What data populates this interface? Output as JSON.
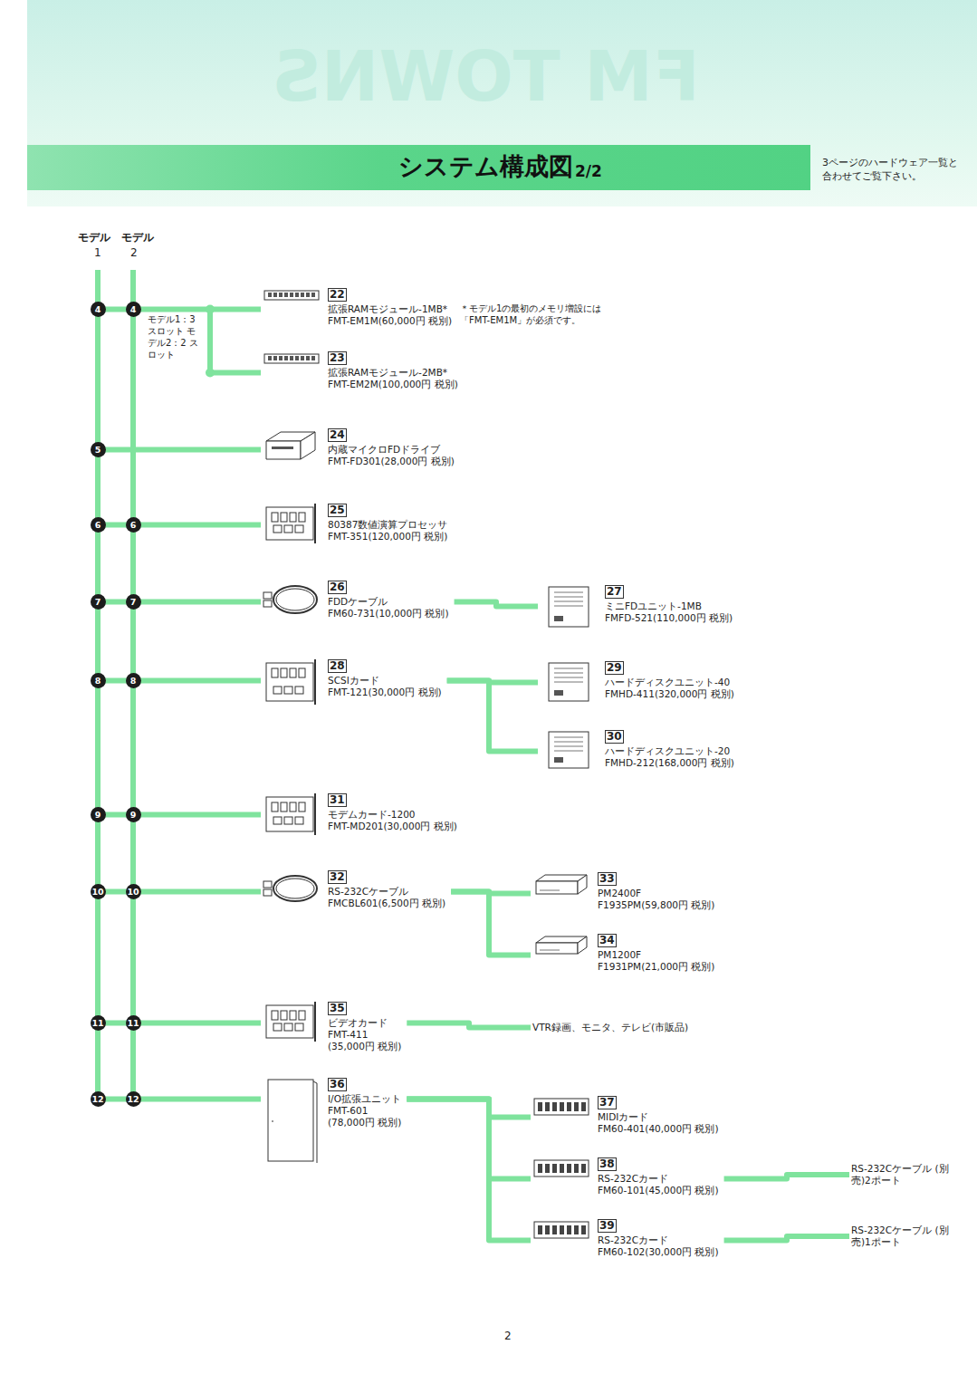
{
  "diagram": {
    "title": "システム構成図",
    "nodes": [
      {
        "text": [
          "22",
          "拡張RAMモジュール-1MB*",
          "FMT-EM1M(60,000円 税別)"
        ]
      },
      {
        "text": [
          "23",
          "拡張RAMモジュール-2MB*",
          "FMT-EM2M(100,000円 税別)"
        ]
      },
      {
        "text": [
          "24",
          "内蔵マイクロFDドライブ",
          "FMT-FD301(28,000円 税別)"
        ]
      },
      {
        "text": [
          "25",
          "80387数値演算プロセッサ",
          "FMT-351(120,000円 税別)"
        ]
      },
      {
        "text": [
          "26",
          "FDDケーブル",
          "FM60-731(10,000円 税別)"
        ]
      },
      {
        "text": [
          "27",
          "ミニFDユニット-1MB",
          "FMFD-521(110,000円 税別)"
        ]
      },
      {
        "text": [
          "28",
          "SCSIカード",
          "FMT-121(30,000円 税別)"
        ]
      },
      {
        "text": [
          "29",
          "ハードディスクユニット-40",
          "FMHD-411(320,000円 税別)"
        ]
      },
      {
        "text": [
          "30",
          "ハードディスクユニット-20",
          "FMHD-212(168,000円 税別)"
        ]
      },
      {
        "text": [
          "31",
          "モデムカード-1200",
          "FMT-MD201(30,000円 税別)"
        ]
      },
      {
        "text": [
          "32",
          "RS-232Cケーブル",
          "FMCBL601(6,500円 税別)"
        ]
      },
      {
        "text": [
          "33",
          "PM2400F",
          "F1935PM(59,800円 税別)"
        ]
      },
      {
        "text": [
          "34",
          "PM1200F",
          "F1931PM(21,000円 税別)"
        ]
      },
      {
        "text": [
          "35",
          "ビデオカード",
          "FMT-411",
          "(35,000円 税別)"
        ]
      },
      {
        "text": [
          "VTR録画、モニタ、テレビ(市販品)"
        ]
      },
      {
        "text": [
          "36",
          "I/O拡張ユニット",
          "FMT-601",
          "(78,000円 税別)"
        ]
      },
      {
        "text": [
          "37",
          "MIDIカード",
          "FM60-401(40,000円 税別)"
        ]
      },
      {
        "text": [
          "38",
          "RS-232Cカード",
          "FM60-101(45,000円 税別)"
        ]
      },
      {
        "text": [
          "RS-232Cケーブル (別売)2ポート"
        ]
      },
      {
        "text": [
          "39",
          "RS-232Cカード",
          "FM60-102(30,000円 税別)"
        ]
      },
      {
        "text": [
          "RS-232Cケーブル (別売)1ポート"
        ]
      }
    ],
    "edges": [
      {
        "from": 4,
        "to": 5,
        "arrow": "none"
      },
      {
        "from": 6,
        "to": 7,
        "arrow": "none"
      },
      {
        "from": 6,
        "to": 8,
        "arrow": "none"
      },
      {
        "from": 10,
        "to": 11,
        "arrow": "none"
      },
      {
        "from": 10,
        "to": 12,
        "arrow": "none"
      },
      {
        "from": 13,
        "to": 14,
        "arrow": "none"
      },
      {
        "from": 15,
        "to": 16,
        "arrow": "none"
      },
      {
        "from": 15,
        "to": 17,
        "arrow": "none"
      },
      {
        "from": 15,
        "to": 19,
        "arrow": "none"
      },
      {
        "from": 17,
        "to": 18,
        "arrow": "none"
      },
      {
        "from": 19,
        "to": 20,
        "arrow": "none"
      }
    ],
    "labels": [
      "FM TOWNS",
      "2/2",
      "3ページのハードウェア一覧と 合わせてご覧下さい。",
      "モデル",
      "1",
      "モデル",
      "2",
      "4",
      "4",
      "5",
      "6",
      "6",
      "7",
      "7",
      "8",
      "8",
      "9",
      "9",
      "10",
      "10",
      "11",
      "11",
      "12",
      "12",
      "モデル1：3 スロット モデル2：2 スロット",
      "＊モデル1の最初のメモリ増設には 「FMT-EM1M」が必須です。",
      "2"
    ]
  }
}
